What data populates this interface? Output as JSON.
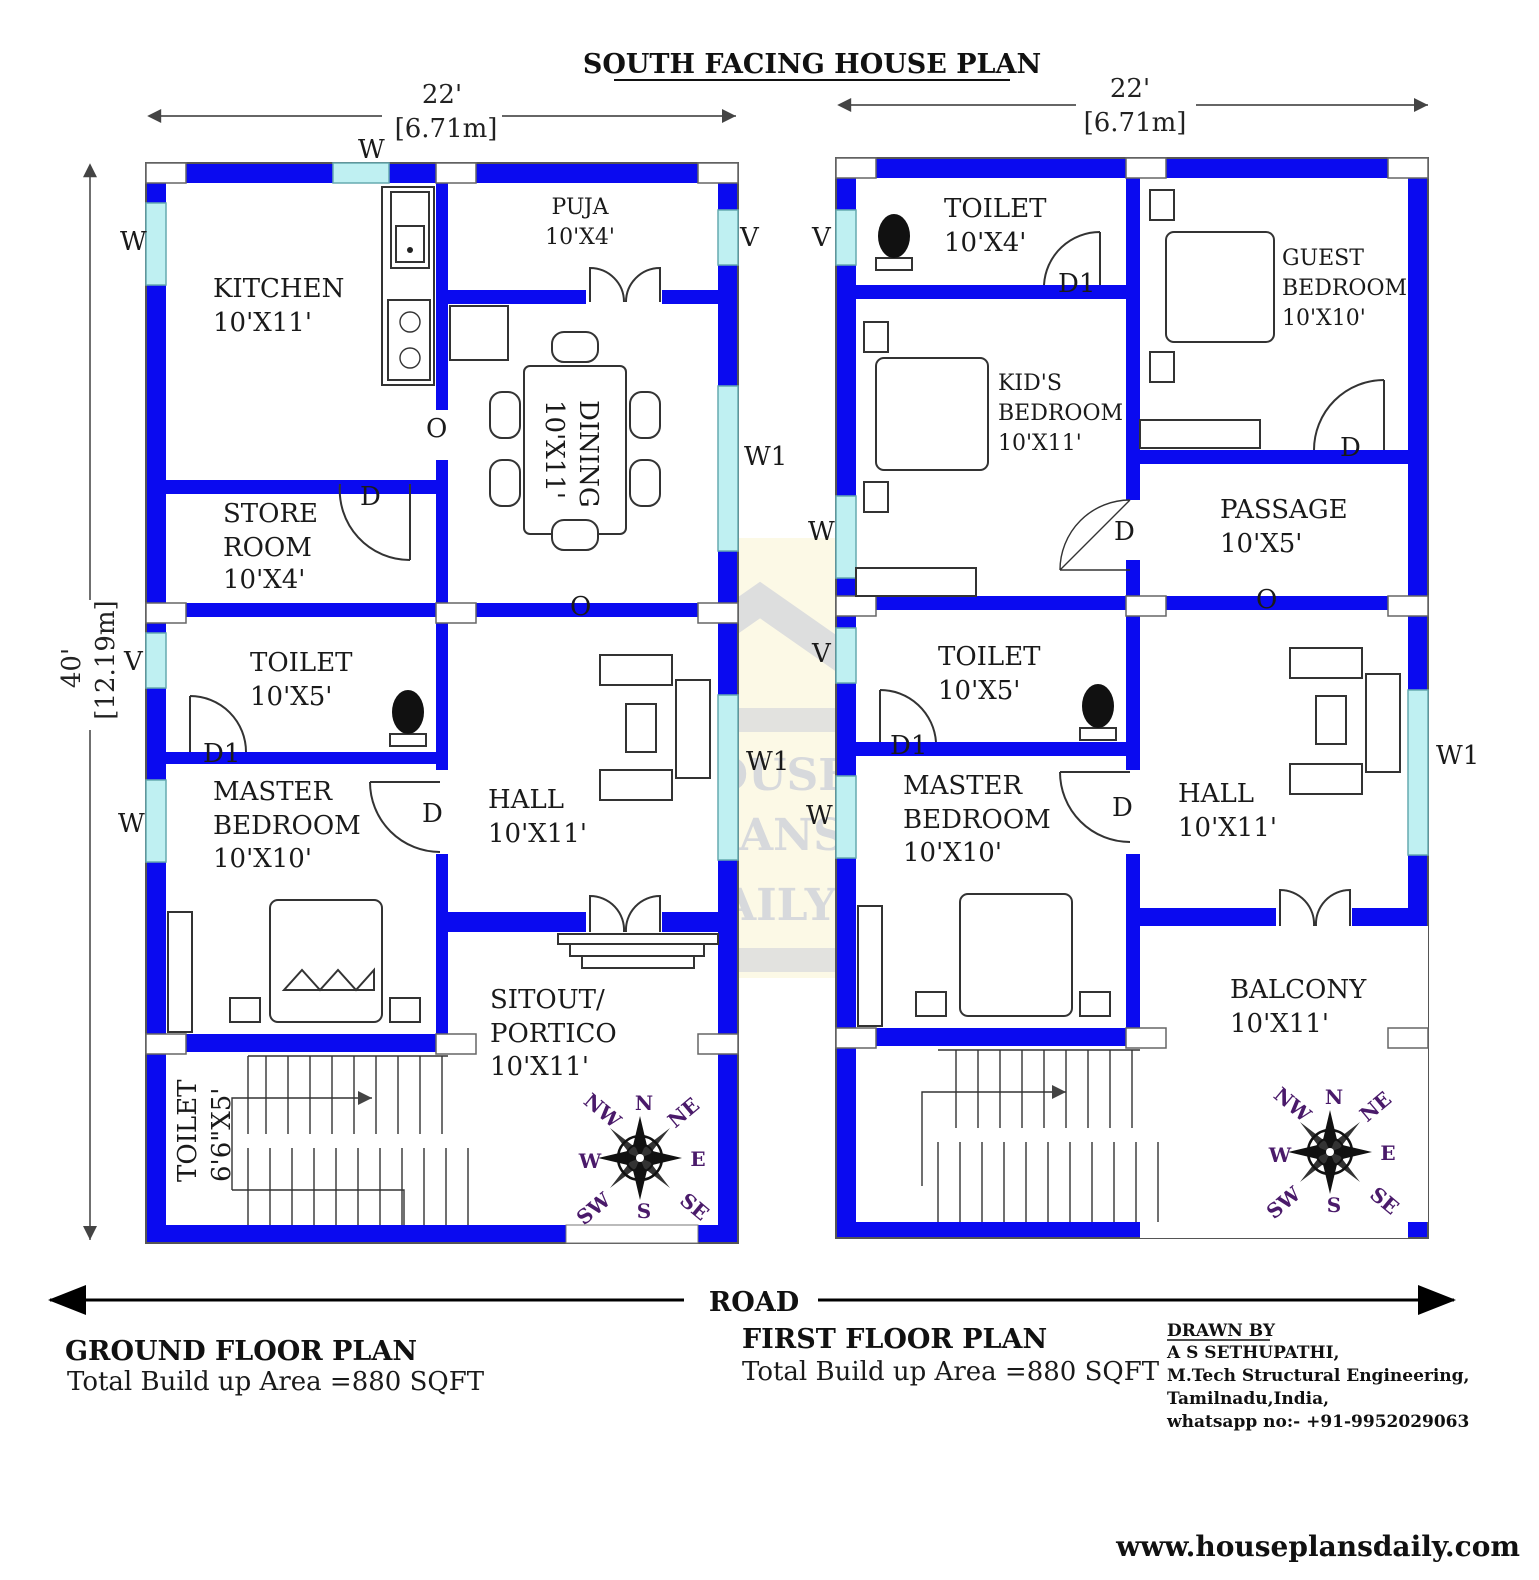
{
  "title": "SOUTH FACING HOUSE PLAN",
  "dimensions": {
    "gf_width_ft": "22'",
    "gf_width_m": "[6.71m]",
    "ff_width_ft": "22'",
    "ff_width_m": "[6.71m]",
    "height_ft": "40'",
    "height_m": "[12.19m]"
  },
  "ground_floor": {
    "kitchen": {
      "name": "KITCHEN",
      "size": "10'X11'"
    },
    "puja": {
      "name": "PUJA",
      "size": "10'X4'"
    },
    "dining": {
      "name": "DINING",
      "size": "10'X11'"
    },
    "store": {
      "name1": "STORE",
      "name2": "ROOM",
      "size": "10'X4'"
    },
    "toilet": {
      "name": "TOILET",
      "size": "10'X5'"
    },
    "master": {
      "name1": "MASTER",
      "name2": "BEDROOM",
      "size": "10'X10'"
    },
    "hall": {
      "name": "HALL",
      "size": "10'X11'"
    },
    "sitout": {
      "name1": "SITOUT/",
      "name2": "PORTICO",
      "size": "10'X11'"
    },
    "toilet_small": {
      "name": "TOILET",
      "size": "6'6\"X5'"
    },
    "caption": "GROUND FLOOR PLAN",
    "area": "Total Build up Area =880 SQFT"
  },
  "first_floor": {
    "toilet_top": {
      "name": "TOILET",
      "size": "10'X4'"
    },
    "guest": {
      "name1": "GUEST",
      "name2": "BEDROOM",
      "size": "10'X10'"
    },
    "kids": {
      "name1": "KID'S",
      "name2": "BEDROOM",
      "size": "10'X11'"
    },
    "passage": {
      "name": "PASSAGE",
      "size": "10'X5'"
    },
    "toilet": {
      "name": "TOILET",
      "size": "10'X5'"
    },
    "master": {
      "name1": "MASTER",
      "name2": "BEDROOM",
      "size": "10'X10'"
    },
    "hall": {
      "name": "HALL",
      "size": "10'X11'"
    },
    "balcony": {
      "name": "BALCONY",
      "size": "10'X11'"
    },
    "caption": "FIRST FLOOR PLAN",
    "area": "Total Build up Area =880 SQFT"
  },
  "markers": {
    "W": "W",
    "V": "V",
    "W1": "W1",
    "D": "D",
    "D1": "D1",
    "O": "O"
  },
  "compass": {
    "N": "N",
    "NE": "NE",
    "E": "E",
    "SE": "SE",
    "S": "S",
    "SW": "SW",
    "W": "W",
    "NW": "NW"
  },
  "road": "ROAD",
  "credits": {
    "line1": "DRAWN BY",
    "line2": "A S SETHUPATHI,",
    "line3": "M.Tech Structural Engineering,",
    "line4": "Tamilnadu,India,",
    "line5": "whatsapp no:- +91-9952029063"
  },
  "watermark": {
    "line1": "HOUSE",
    "line2": "PLANS",
    "line3": "DAILY"
  },
  "website": "www.houseplansdaily.com",
  "colors": {
    "wall": "#0a0af0",
    "window": "#bff0f2",
    "compass_text": "#4a1a6a"
  }
}
